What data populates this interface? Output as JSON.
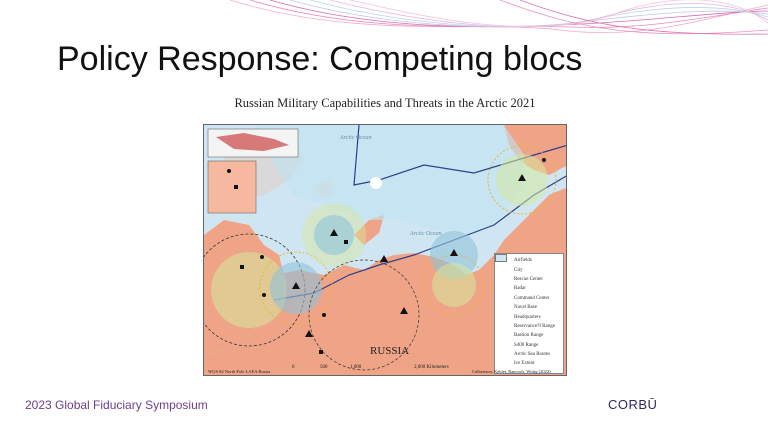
{
  "slide": {
    "title": "Policy Response: Competing blocs",
    "accent_color": "#d94fa0"
  },
  "map": {
    "caption": "Russian Military Capabilities and Threats in the Arctic 2021",
    "country_label": "RUSSIA",
    "ocean_labels": [
      "Arctic Ocean",
      "Arctic Ocean"
    ],
    "land_color": "#f0a487",
    "water_color": "#cfe6f2",
    "legend": [
      {
        "icon": "triangle-icon",
        "label": "Airfields"
      },
      {
        "icon": "diamond-icon",
        "label": "City"
      },
      {
        "icon": "plus-icon",
        "label": "Rescue Center"
      },
      {
        "icon": "circle-icon",
        "label": "Radar"
      },
      {
        "icon": "star-icon",
        "label": "Command Center"
      },
      {
        "icon": "square-icon",
        "label": "Naval Base"
      },
      {
        "icon": "dot-icon",
        "label": "Headquarters"
      },
      {
        "icon": "dashed-circle-icon",
        "label": "Reservance?I Range"
      },
      {
        "icon": "gray-box-icon",
        "label": "Bastion Range"
      },
      {
        "icon": "yellow-dash-icon",
        "label": "S400 Range"
      },
      {
        "icon": "blue-line-icon",
        "label": "Arctic Sea Routes"
      },
      {
        "icon": "ice-box-icon",
        "label": "Ice Extent"
      }
    ],
    "scale_ticks": [
      "0",
      "500",
      "1,000",
      "2,000 Kilometers"
    ],
    "projection_note": "WGS 84 North Pole LAEA Russia",
    "credit": "Culbertson, Kehler, Bancroft, Wittig (2022)"
  },
  "footer": {
    "event": "2023 Global Fiduciary Symposium",
    "logo": "CORBŪ"
  }
}
